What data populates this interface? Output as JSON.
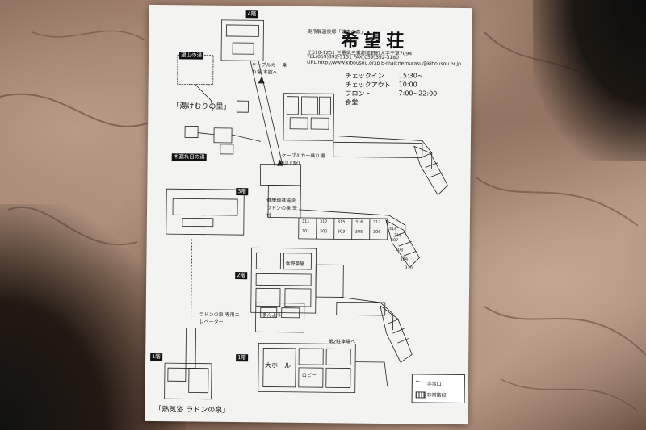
{
  "title": "希望荘",
  "subtitle": "奥飛騨温泉郷「健康の森」",
  "address": "〒510-1251 三重県三重郡菰野町大字千草7094",
  "phone": "TEL(059)392-3151 FAX(059)392-3180",
  "url": "URL http://www.kibousou.or.jp  E-mail:nemurasu@kibousou.or.jp",
  "times": {
    "checkin": {
      "label": "チェックイン",
      "value": "15:30~"
    },
    "checkout": {
      "label": "チェックアウト",
      "value": "10:00"
    },
    "front": {
      "label": "フロント",
      "value": "7:00~22:00"
    },
    "dining": {
      "label": "食堂"
    }
  },
  "map_labels": {
    "floor_4": "4階",
    "floor_3": "3階",
    "floor_2": "2階",
    "floor_1_left": "1階",
    "floor_1_main": "1階",
    "cablecar_top": "ケーブルカー 乗り場 本館へ",
    "cablecar_bottom": "ケーブルカー乗り場 (山上駅)",
    "bath_sign": "「湯けむりの里」",
    "elevator": "ラドンの泉 専用エレベーター",
    "radon_bath": "「熱気浴 ラドンの泉」",
    "daiwa_room": "大ホール",
    "parking": "第2駐車場へ",
    "restaurant": "食野茶屋",
    "manyo": "まんよう",
    "lobby": "ロビー",
    "health_room": "健康増進施設 ラドンの泉 受付",
    "mountain_bath": "望山の湯",
    "kibiyo_bath": "木漏れ日の湯"
  },
  "room_numbers": [
    "301",
    "302",
    "303",
    "305",
    "306",
    "307",
    "308",
    "309",
    "310",
    "311",
    "312",
    "315",
    "316",
    "317",
    "318",
    "319"
  ],
  "legend": {
    "exit": "非常口",
    "stairs": "非常階段"
  }
}
